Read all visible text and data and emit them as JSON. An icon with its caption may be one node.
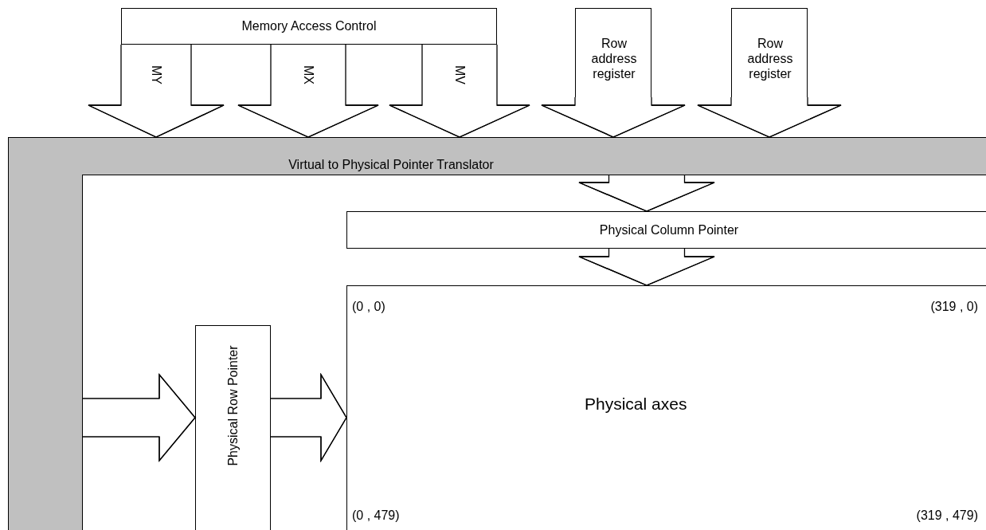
{
  "diagram": {
    "nodes": [
      {
        "text": [
          "Memory Access Control"
        ]
      },
      {
        "text": [
          "Row address register"
        ]
      },
      {
        "text": [
          "Row address register"
        ]
      },
      {
        "text": [
          "Virtual to Physical Pointer Translator"
        ]
      },
      {
        "text": [
          "Physical Column Pointer"
        ]
      },
      {
        "text": [
          "Physical Row Pointer"
        ]
      },
      {
        "text": [
          "(0 , 0)",
          "(319 , 0)",
          "Physical axes",
          "(0 , 479)",
          "(319 , 479)"
        ]
      },
      {
        "text": [],
        "shape": "bar"
      }
    ],
    "edges": [
      {
        "from": 0,
        "to": 3,
        "arrow": "to",
        "label": "MY"
      },
      {
        "from": 0,
        "to": 3,
        "arrow": "to",
        "label": "MX"
      },
      {
        "from": 0,
        "to": 3,
        "arrow": "to",
        "label": "MV"
      },
      {
        "from": 1,
        "to": 3,
        "arrow": "to"
      },
      {
        "from": 2,
        "to": 3,
        "arrow": "to"
      },
      {
        "from": 3,
        "to": 4,
        "arrow": "to"
      },
      {
        "from": 4,
        "to": 6,
        "arrow": "to"
      },
      {
        "from": 7,
        "to": 5,
        "arrow": "to"
      },
      {
        "from": 5,
        "to": 6,
        "arrow": "to"
      }
    ]
  }
}
